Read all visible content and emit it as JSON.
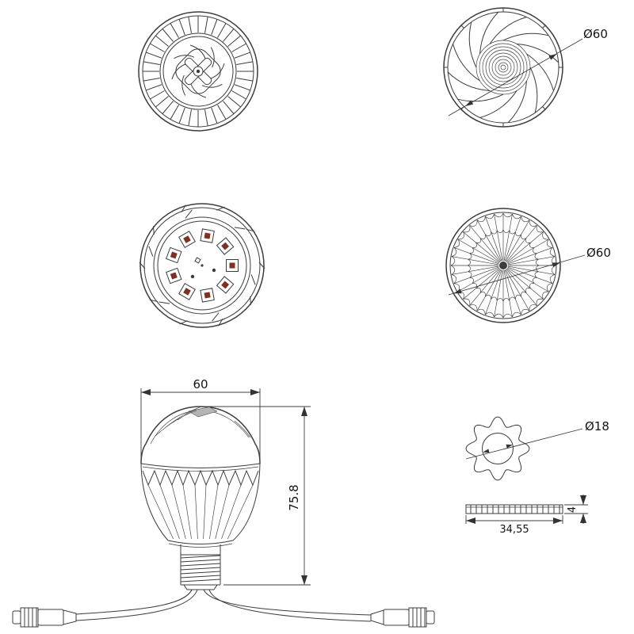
{
  "drawing": {
    "labels": {
      "top_fan_diameter": "Ø60",
      "bottom_fan_diameter": "Ø60",
      "body_width": "60",
      "body_height": "75.8",
      "knob_diameter": "Ø18",
      "plate_width": "34,55",
      "plate_thickness": "4"
    },
    "colors": {
      "line": "#3c3c3c",
      "led": "#7e3024",
      "shade": "#b4b4b4"
    }
  }
}
